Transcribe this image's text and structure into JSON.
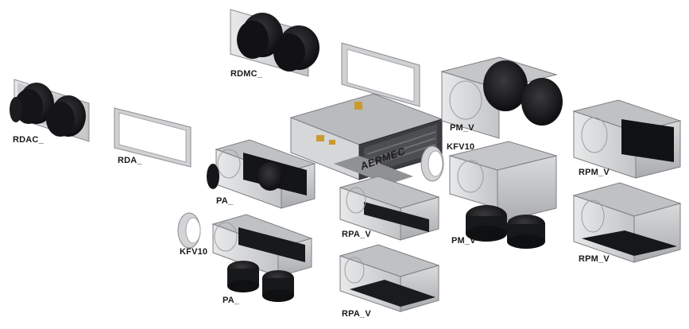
{
  "labels": {
    "rdac": "RDAC_",
    "rda": "RDA_",
    "rdmc": "RDMC_",
    "pa_top": "PA_",
    "pa_bottom": "PA_",
    "kfv10_left": "KFV10",
    "kfv10_right": "KFV10",
    "rpa_v_mid": "RPA_V",
    "rpa_v_bottom": "RPA_V",
    "pm_v_top": "PM_V",
    "pm_v_bottom": "PM_V",
    "rpm_v_top": "RPM_V",
    "rpm_v_bottom": "RPM_V"
  },
  "brand": "AERMEC"
}
